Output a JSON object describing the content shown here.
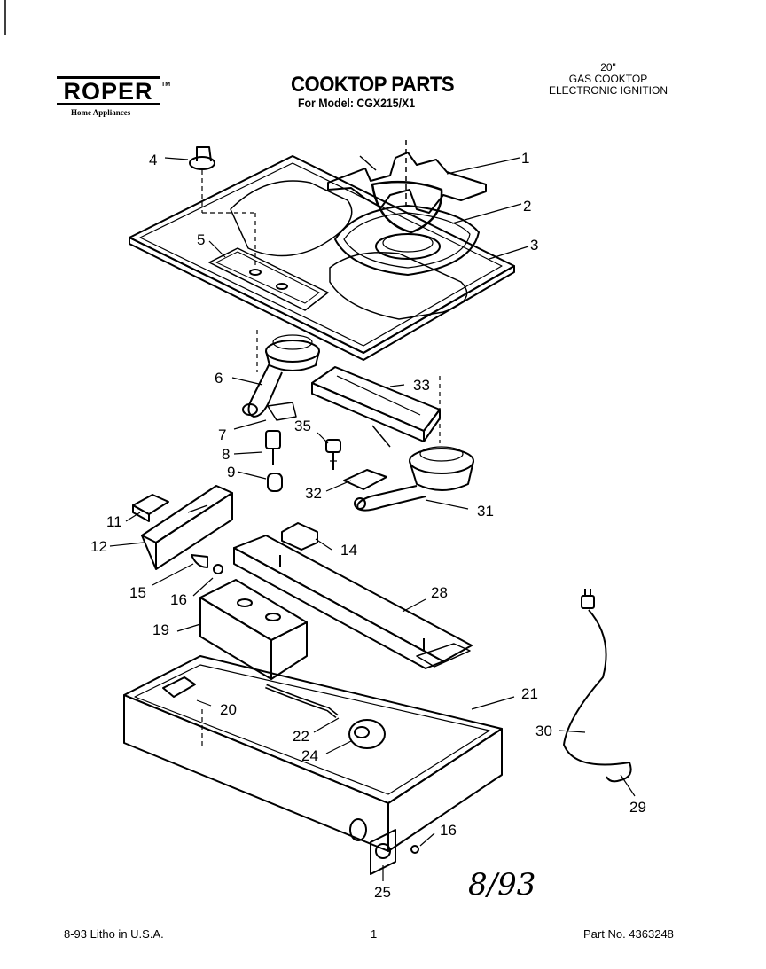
{
  "brand": {
    "logo_text": "ROPER",
    "logo_tm": "TM",
    "logo_subtext": "Home Appliances"
  },
  "header": {
    "title": "COOKTOP PARTS",
    "model_line": "For Model: CGX215/X1",
    "category_line1": "20\"",
    "category_line2": "GAS COOKTOP",
    "category_line3": "ELECTRONIC IGNITION"
  },
  "callouts": [
    "1",
    "2",
    "3",
    "4",
    "5",
    "6",
    "7",
    "8",
    "9",
    "11",
    "12",
    "14",
    "15",
    "16",
    "19",
    "20",
    "21",
    "22",
    "24",
    "25",
    "28",
    "29",
    "30",
    "31",
    "32",
    "33",
    "35",
    "16"
  ],
  "handwritten_date": "8/93",
  "footer": {
    "litho": "8-93 Litho in U.S.A.",
    "page_number": "1",
    "part_number": "Part No. 4363248"
  }
}
